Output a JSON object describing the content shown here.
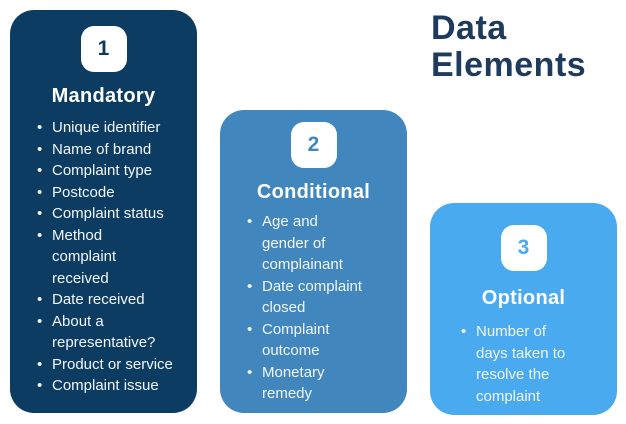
{
  "title": "Data\nElements",
  "colors": {
    "background": "#ffffff",
    "title_text": "#1e3a5c",
    "mandatory_card": "#0d3c63",
    "conditional_card": "#4187be",
    "optional_card": "#49aaf0",
    "card_text": "#ffffff",
    "badge_background": "#ffffff"
  },
  "cards": [
    {
      "number": "1",
      "heading": "Mandatory",
      "items": [
        "Unique identifier",
        "Name of brand",
        "Complaint type",
        "Postcode",
        "Complaint status",
        "Method\ncomplaint\nreceived",
        "Date received",
        "About a\nrepresentative?",
        "Product or service",
        "Complaint issue"
      ]
    },
    {
      "number": "2",
      "heading": "Conditional",
      "items": [
        "Age and\ngender of\ncomplainant",
        "Date complaint\nclosed",
        "Complaint\noutcome",
        "Monetary\nremedy"
      ]
    },
    {
      "number": "3",
      "heading": "Optional",
      "items": [
        "Number of\ndays taken to\nresolve the\ncomplaint"
      ]
    }
  ]
}
